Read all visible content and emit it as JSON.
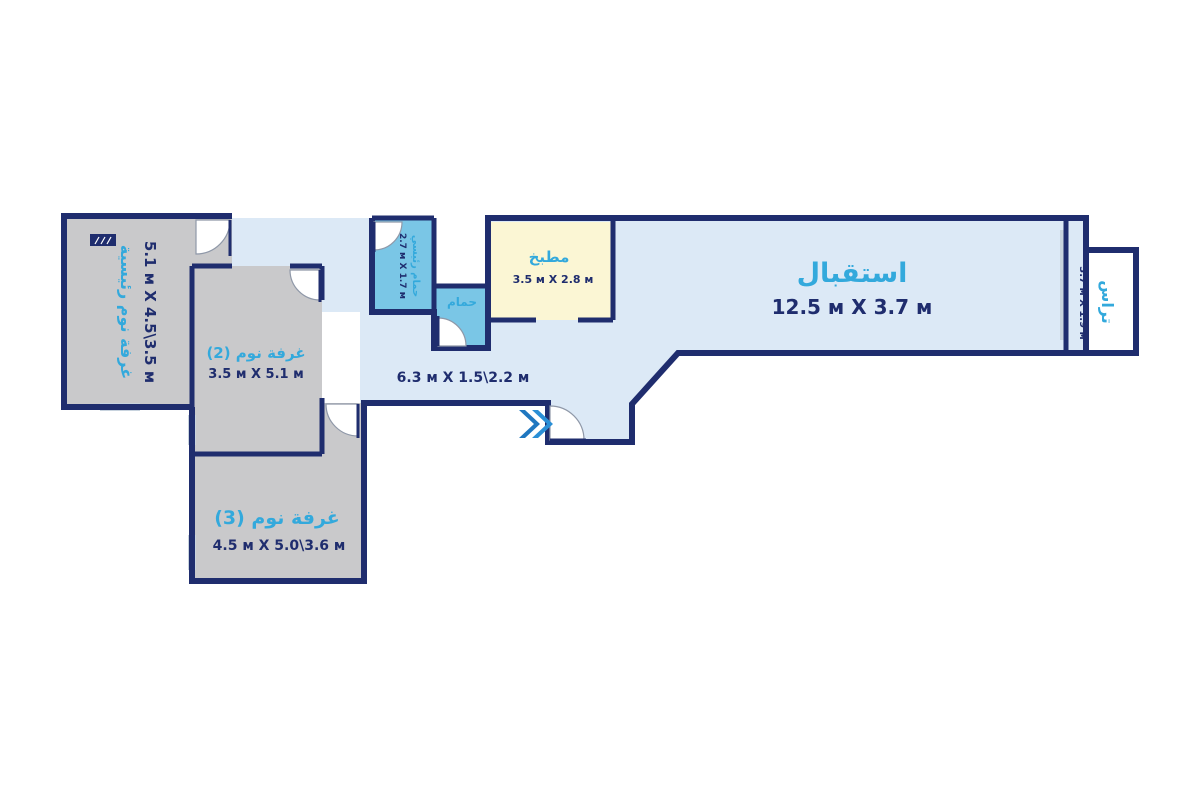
{
  "colors": {
    "wall": "#1f2d6e",
    "living_fill": "#dce9f6",
    "bedroom_fill": "#c9c9cb",
    "kitchen_fill": "#fbf6d4",
    "bath_fill": "#7ac6e6",
    "label_blue": "#33a9dc"
  },
  "rooms": {
    "master_bedroom": {
      "name": "غرفة نوم رئيسية",
      "dims": "5.1 м X 4.5\\3.5 м"
    },
    "bedroom_2": {
      "name": "غرفة نوم (2)",
      "dims": "3.5 м X 5.1 м"
    },
    "bedroom_3": {
      "name": "غرفة نوم (3)",
      "dims": "4.5 м X 5.0\\3.6 м"
    },
    "master_bath": {
      "name": "حمام رئيسي",
      "dims": "2.7 м X 1.7 м"
    },
    "bath": {
      "name": "حمام"
    },
    "kitchen": {
      "name": "مطبخ",
      "dims": "3.5 м X 2.8 м"
    },
    "reception": {
      "name": "استقبال",
      "dims": "12.5 м X 3.7 м"
    },
    "terrace": {
      "name": "تراس",
      "dims": "3.7 м X 1.9 м"
    },
    "corridor": {
      "dims": "6.3 м X 1.5\\2.2 м"
    }
  },
  "icons": {
    "entrance": "entrance-chevron-icon",
    "ac": "ac-unit-icon"
  }
}
